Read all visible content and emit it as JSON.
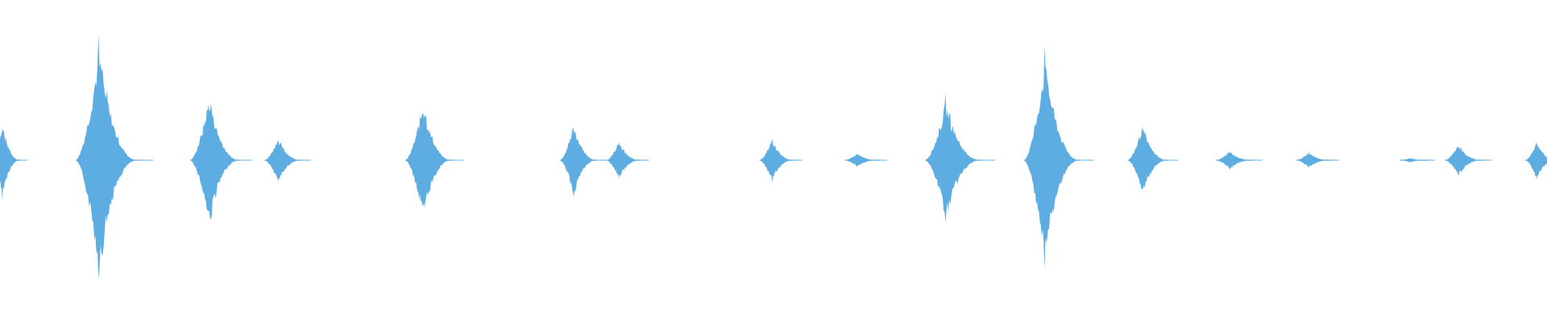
{
  "waveform": {
    "color": "#5dade2",
    "background": "#ffffff",
    "bursts": [
      {
        "center": 0.004,
        "width": 0.018,
        "amplitude": 0.33,
        "skew": 0.0
      },
      {
        "center": 0.069,
        "width": 0.04,
        "amplitude": 1.0,
        "skew": 0.1
      },
      {
        "center": 0.139,
        "width": 0.032,
        "amplitude": 0.57,
        "skew": 0.2
      },
      {
        "center": 0.183,
        "width": 0.024,
        "amplitude": 0.2,
        "skew": 0.0
      },
      {
        "center": 0.277,
        "width": 0.03,
        "amplitude": 0.52,
        "skew": 0.2
      },
      {
        "center": 0.374,
        "width": 0.024,
        "amplitude": 0.32,
        "skew": 0.0
      },
      {
        "center": 0.403,
        "width": 0.022,
        "amplitude": 0.17,
        "skew": 0.0
      },
      {
        "center": 0.502,
        "width": 0.022,
        "amplitude": 0.19,
        "skew": 0.0
      },
      {
        "center": 0.557,
        "width": 0.022,
        "amplitude": 0.06,
        "skew": 0.0
      },
      {
        "center": 0.616,
        "width": 0.036,
        "amplitude": 0.53,
        "skew": 0.1
      },
      {
        "center": 0.68,
        "width": 0.036,
        "amplitude": 0.91,
        "skew": 0.1
      },
      {
        "center": 0.742,
        "width": 0.026,
        "amplitude": 0.31,
        "skew": 0.0
      },
      {
        "center": 0.798,
        "width": 0.024,
        "amplitude": 0.08,
        "skew": 0.0
      },
      {
        "center": 0.849,
        "width": 0.022,
        "amplitude": 0.07,
        "skew": 0.0
      },
      {
        "center": 0.914,
        "width": 0.018,
        "amplitude": 0.02,
        "skew": 0.0
      },
      {
        "center": 0.946,
        "width": 0.024,
        "amplitude": 0.14,
        "skew": 0.0
      },
      {
        "center": 0.996,
        "width": 0.02,
        "amplitude": 0.17,
        "skew": 0.0
      }
    ]
  }
}
